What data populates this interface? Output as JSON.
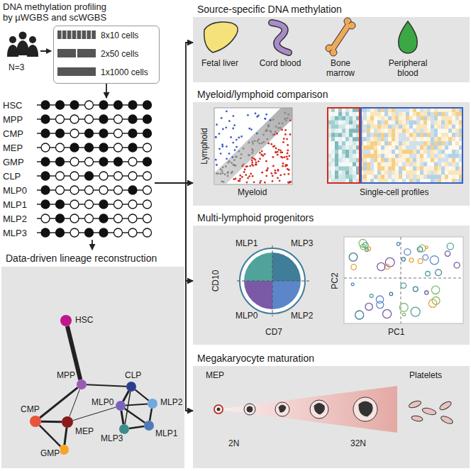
{
  "diagram": {
    "title": "DNA methylation profiling by µWGBS and scWGBS",
    "nodes": [
      {
        "text": [
          "8x10 cells",
          "2x50 cells",
          "1x1000 cells"
        ]
      },
      {
        "text": [
          "HSC",
          "MPP",
          "CMP",
          "MEP",
          "GMP",
          "CLP",
          "MLP0",
          "MLP1",
          "MLP2",
          "MLP3"
        ]
      },
      {
        "text": [
          "Data-driven lineage reconstruction"
        ]
      },
      {
        "text": [
          "HSC"
        ],
        "in": 2
      },
      {
        "text": [
          "MPP"
        ],
        "in": 2
      },
      {
        "text": [
          "CMP"
        ],
        "in": 2
      },
      {
        "text": [
          "MEP"
        ],
        "in": 2
      },
      {
        "text": [
          "GMP"
        ],
        "in": 2
      },
      {
        "text": [
          "CLP"
        ],
        "in": 2
      },
      {
        "text": [
          "MLP0"
        ],
        "in": 2
      },
      {
        "text": [
          "MLP2"
        ],
        "in": 2
      },
      {
        "text": [
          "MLP1"
        ],
        "in": 2
      },
      {
        "text": [
          "MLP3"
        ],
        "in": 2
      },
      {
        "text": [
          "Source-specific DNA methylation",
          "Fetal liver",
          "Cord blood",
          "Bone marrow",
          "Peripheral blood"
        ]
      },
      {
        "text": [
          "Myeloid/lymphoid comparison",
          "Lymphoid",
          "Myeloid",
          "Single-cell profiles"
        ]
      },
      {
        "text": [
          "Multi-lymphoid progenitors",
          "MLP1",
          "MLP3",
          "MLP0",
          "MLP2",
          "CD10",
          "CD7",
          "PC2",
          "PC1"
        ]
      },
      {
        "text": [
          "Megakaryocyte maturation",
          "MEP",
          "Platelets",
          "2N",
          "32N"
        ]
      }
    ],
    "edges": [
      {
        "from": 0,
        "to": 1,
        "arrow": "to"
      },
      {
        "from": 1,
        "to": 2,
        "arrow": "to"
      },
      {
        "from": 1,
        "to": 13,
        "arrow": "to"
      },
      {
        "from": 1,
        "to": 14,
        "arrow": "to"
      },
      {
        "from": 1,
        "to": 15,
        "arrow": "to"
      },
      {
        "from": 1,
        "to": 16,
        "arrow": "to"
      },
      {
        "from": 3,
        "to": 4,
        "arrow": "none"
      },
      {
        "from": 4,
        "to": 5,
        "arrow": "none"
      },
      {
        "from": 4,
        "to": 6,
        "arrow": "none"
      },
      {
        "from": 4,
        "to": 8,
        "arrow": "none"
      },
      {
        "from": 5,
        "to": 6,
        "arrow": "none"
      },
      {
        "from": 5,
        "to": 7,
        "arrow": "none"
      },
      {
        "from": 6,
        "to": 7,
        "arrow": "none"
      },
      {
        "from": 8,
        "to": 9,
        "arrow": "none"
      },
      {
        "from": 8,
        "to": 10,
        "arrow": "none"
      },
      {
        "from": 8,
        "to": 12,
        "arrow": "none"
      },
      {
        "from": 9,
        "to": 10,
        "arrow": "none"
      },
      {
        "from": 9,
        "to": 11,
        "arrow": "none"
      },
      {
        "from": 9,
        "to": 12,
        "arrow": "none"
      },
      {
        "from": 10,
        "to": 11,
        "arrow": "none"
      },
      {
        "from": 11,
        "to": 12,
        "arrow": "none"
      },
      {
        "from": 6,
        "to": 9,
        "arrow": "none"
      }
    ],
    "labels": [
      "N=3"
    ]
  }
}
